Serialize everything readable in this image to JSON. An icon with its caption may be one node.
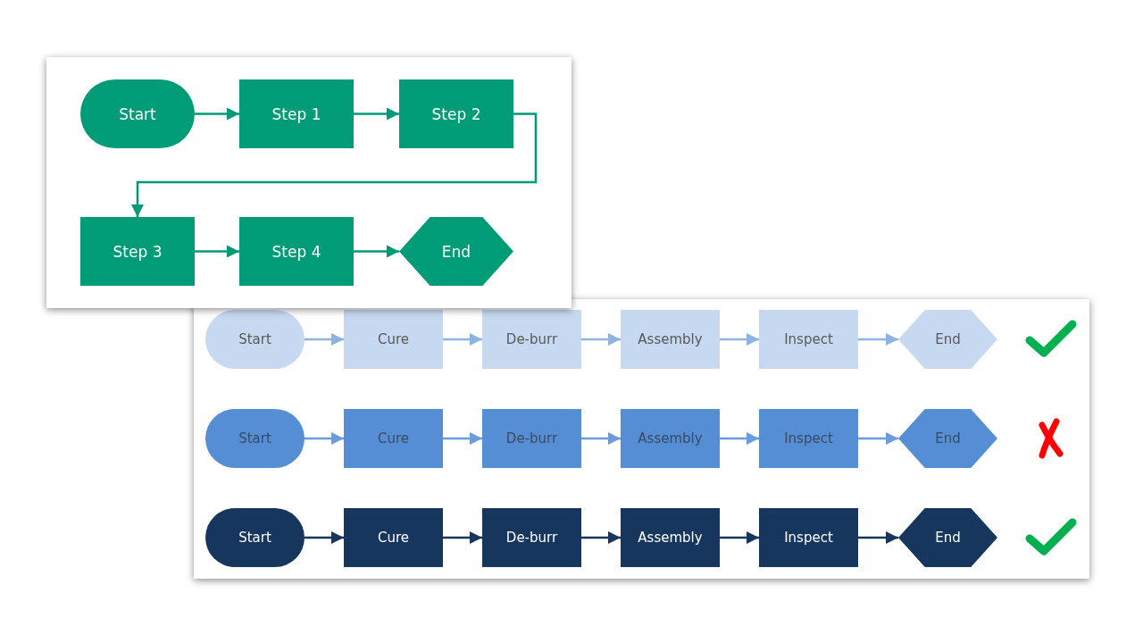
{
  "diagram": {
    "nodes": [
      {
        "text": [
          "Start"
        ]
      },
      {
        "text": [
          "Step 1"
        ]
      },
      {
        "text": [
          "Step 2"
        ]
      },
      {
        "text": [
          "Step 3"
        ]
      },
      {
        "text": [
          "Step 4"
        ]
      },
      {
        "text": [
          "End"
        ]
      },
      {
        "text": [
          "Start"
        ]
      },
      {
        "text": [
          "Cure"
        ]
      },
      {
        "text": [
          "De-burr"
        ]
      },
      {
        "text": [
          "Assembly"
        ]
      },
      {
        "text": [
          "Inspect"
        ]
      },
      {
        "text": [
          "End"
        ]
      },
      {
        "text": [
          "Start"
        ]
      },
      {
        "text": [
          "Cure"
        ]
      },
      {
        "text": [
          "De-burr"
        ]
      },
      {
        "text": [
          "Assembly"
        ]
      },
      {
        "text": [
          "Inspect"
        ]
      },
      {
        "text": [
          "End"
        ]
      },
      {
        "text": [
          "Start"
        ]
      },
      {
        "text": [
          "Cure"
        ]
      },
      {
        "text": [
          "De-burr"
        ]
      },
      {
        "text": [
          "Assembly"
        ]
      },
      {
        "text": [
          "Inspect"
        ]
      },
      {
        "text": [
          "End"
        ]
      }
    ],
    "edges": [
      {
        "from": 0,
        "to": 1,
        "arrow": "to",
        "color": "#009a78"
      },
      {
        "from": 1,
        "to": 2,
        "arrow": "to",
        "color": "#009a78"
      },
      {
        "from": 2,
        "to": 3,
        "arrow": "to",
        "color": "#009a78"
      },
      {
        "from": 3,
        "to": 4,
        "arrow": "to",
        "color": "#009a78"
      },
      {
        "from": 4,
        "to": 5,
        "arrow": "to",
        "color": "#009a78"
      },
      {
        "from": 6,
        "to": 7,
        "arrow": "to",
        "color": "#8db3e2"
      },
      {
        "from": 7,
        "to": 8,
        "arrow": "to",
        "color": "#8db3e2"
      },
      {
        "from": 8,
        "to": 9,
        "arrow": "to",
        "color": "#8db3e2"
      },
      {
        "from": 9,
        "to": 10,
        "arrow": "to",
        "color": "#8db3e2"
      },
      {
        "from": 10,
        "to": 11,
        "arrow": "to",
        "color": "#8db3e2"
      },
      {
        "from": 12,
        "to": 13,
        "arrow": "to",
        "color": "#6a9be0"
      },
      {
        "from": 13,
        "to": 14,
        "arrow": "to",
        "color": "#6a9be0"
      },
      {
        "from": 14,
        "to": 15,
        "arrow": "to",
        "color": "#6a9be0"
      },
      {
        "from": 15,
        "to": 16,
        "arrow": "to",
        "color": "#6a9be0"
      },
      {
        "from": 16,
        "to": 17,
        "arrow": "to",
        "color": "#6a9be0"
      },
      {
        "from": 18,
        "to": 19,
        "arrow": "to",
        "color": "#17365d"
      },
      {
        "from": 19,
        "to": 20,
        "arrow": "to",
        "color": "#17365d"
      },
      {
        "from": 20,
        "to": 21,
        "arrow": "to",
        "color": "#17365d"
      },
      {
        "from": 21,
        "to": 22,
        "arrow": "to",
        "color": "#17365d"
      },
      {
        "from": 22,
        "to": 23,
        "arrow": "to",
        "color": "#17365d"
      }
    ]
  }
}
